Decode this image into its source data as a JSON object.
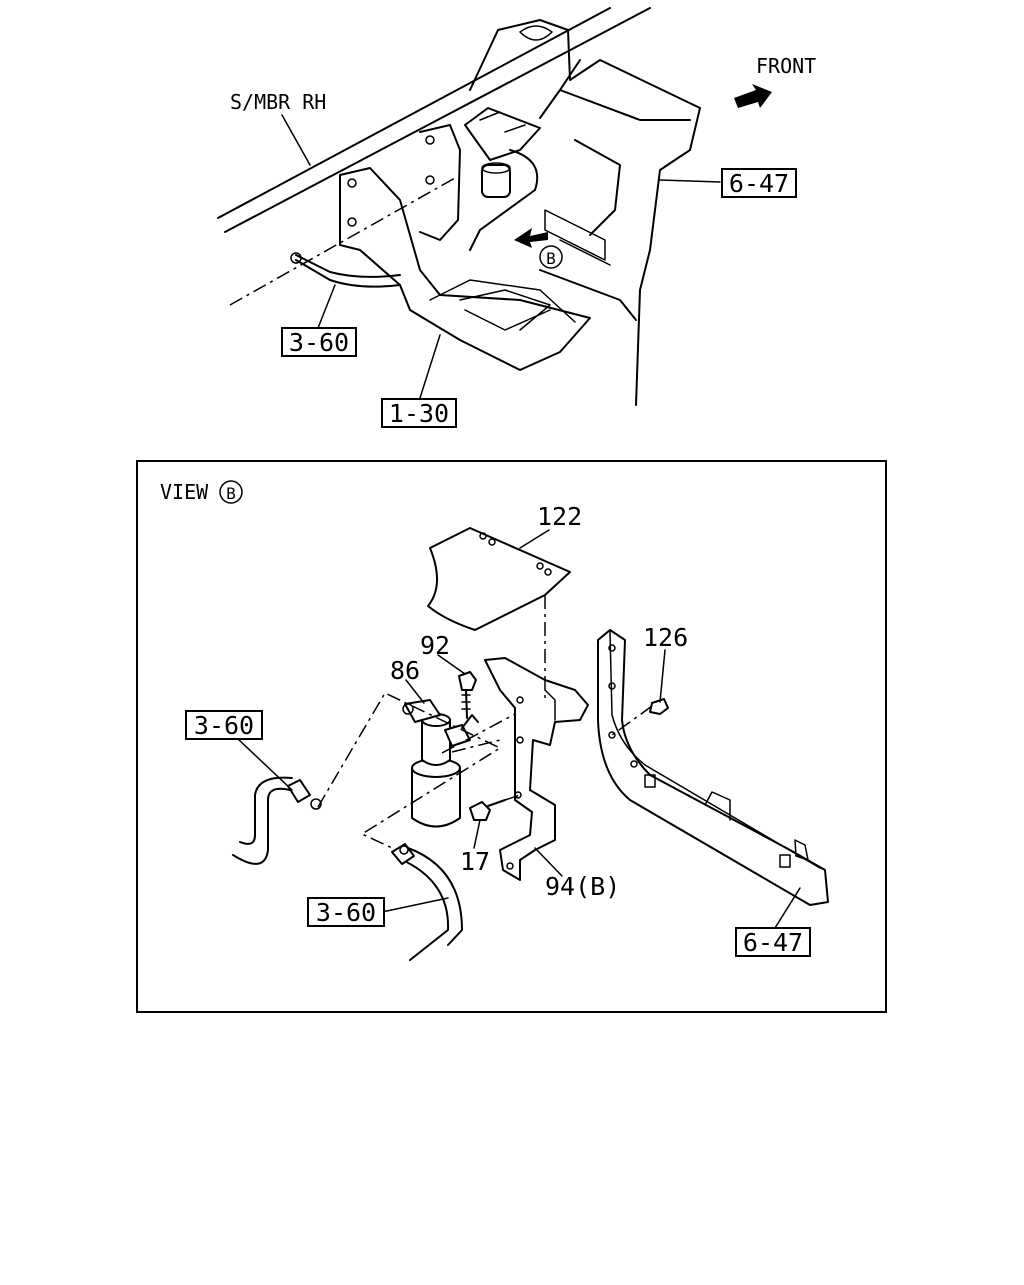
{
  "overview": {
    "member_label": "S/MBR RH",
    "front_label": "FRONT",
    "view_marker": "B",
    "refs": {
      "ref_6_47_top": "6-47",
      "ref_3_60_top": "3-60",
      "ref_1_30": "1-30"
    }
  },
  "detail_view": {
    "title": "VIEW",
    "marker": "B",
    "parts": {
      "p122": "122",
      "p126": "126",
      "p92": "92",
      "p86": "86",
      "p17": "17",
      "p94": "94(B)"
    },
    "refs": {
      "ref_3_60_left": "3-60",
      "ref_3_60_bottom": "3-60",
      "ref_6_47_bottom": "6-47"
    }
  }
}
